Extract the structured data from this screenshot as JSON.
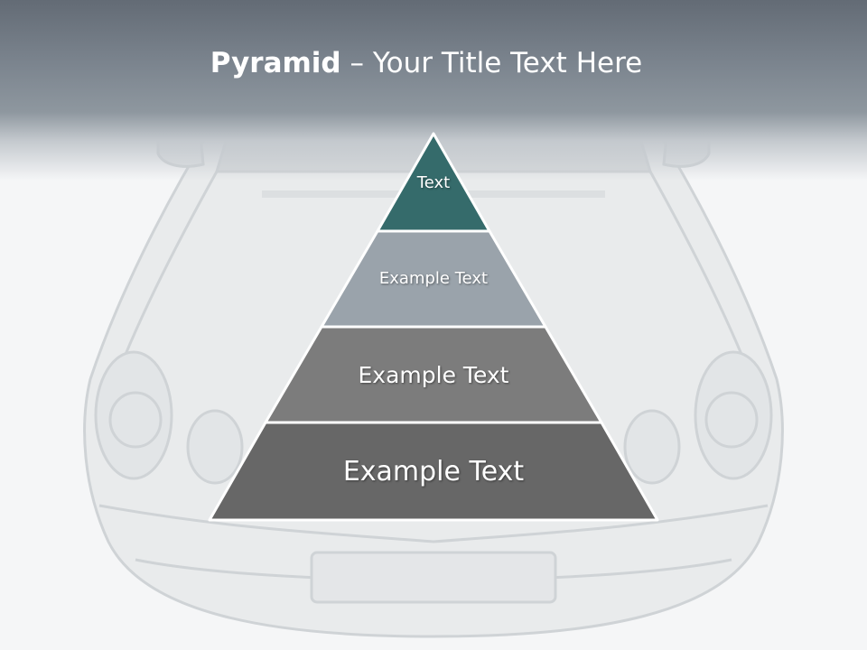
{
  "slide": {
    "title_bold": "Pyramid",
    "title_rest": " – Your Title Text Here"
  },
  "pyramid": {
    "tiers": [
      {
        "label": "Text",
        "color": "#356b6b"
      },
      {
        "label": "Example Text",
        "color": "#9aa3ab"
      },
      {
        "label": "Example Text",
        "color": "#7c7c7c"
      },
      {
        "label": "Example Text",
        "color": "#676767"
      }
    ],
    "outline_color": "#ffffff"
  },
  "colors": {
    "title_band": "#7b848e",
    "background": "#f5f6f7"
  }
}
